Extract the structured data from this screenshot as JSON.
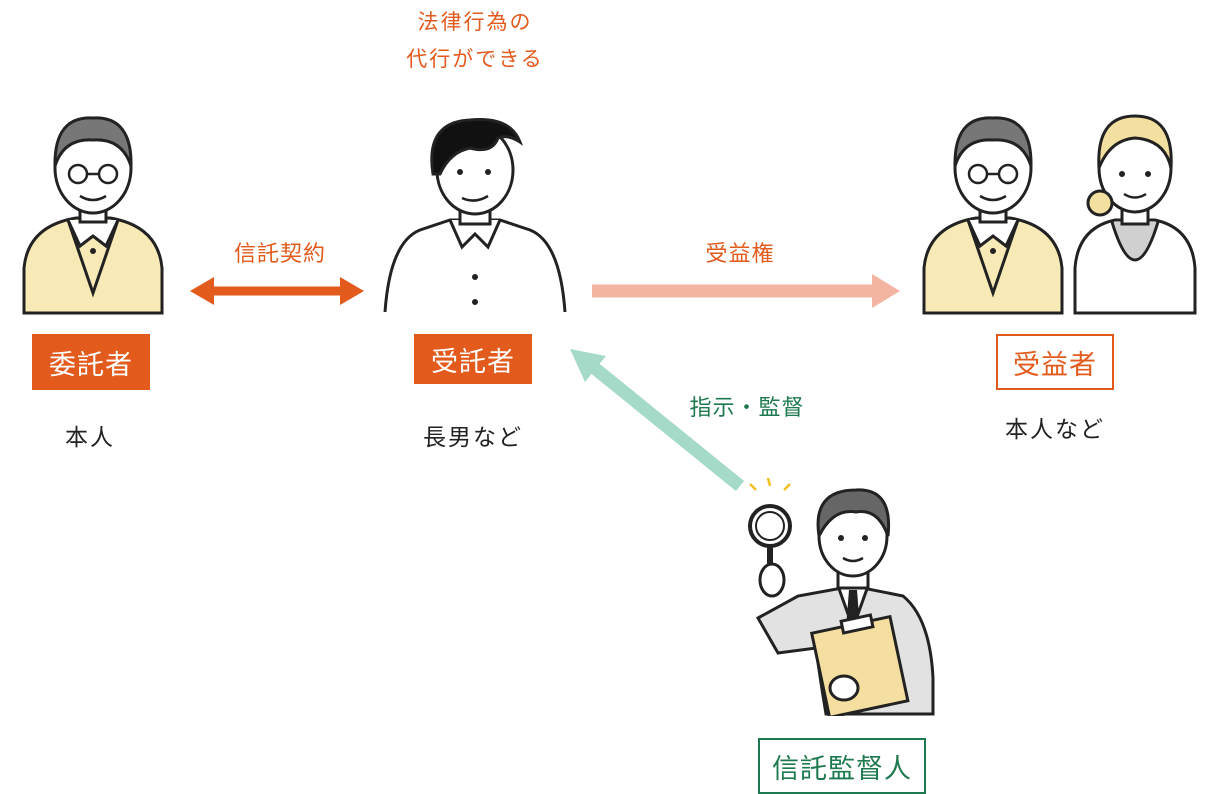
{
  "colors": {
    "orange": "#e35a1d",
    "salmon": "#f3b5a1",
    "mint": "#a5d9c8",
    "green": "#1e7a4e",
    "sweater": "#f8eab7",
    "suit": "#e2e2e2",
    "clipboard": "#f5dfa0",
    "ink": "#222222"
  },
  "settlor": {
    "role_label": "委託者",
    "sub_label": "本人",
    "icon": "elderly-man-icon"
  },
  "trustee": {
    "role_label": "受託者",
    "sub_label": "長男など",
    "note_line1": "法律行為の",
    "note_line2": "代行ができる",
    "icon": "young-man-icon"
  },
  "beneficiary": {
    "role_label": "受益者",
    "sub_label": "本人など",
    "icons": [
      "elderly-man-icon",
      "elderly-woman-icon"
    ]
  },
  "supervisor": {
    "role_label": "信託監督人",
    "icon": "inspector-with-magnifier-icon"
  },
  "arrows": {
    "contract_label": "信託契約",
    "benefit_label": "受益権",
    "instruction_label": "指示・監督"
  }
}
